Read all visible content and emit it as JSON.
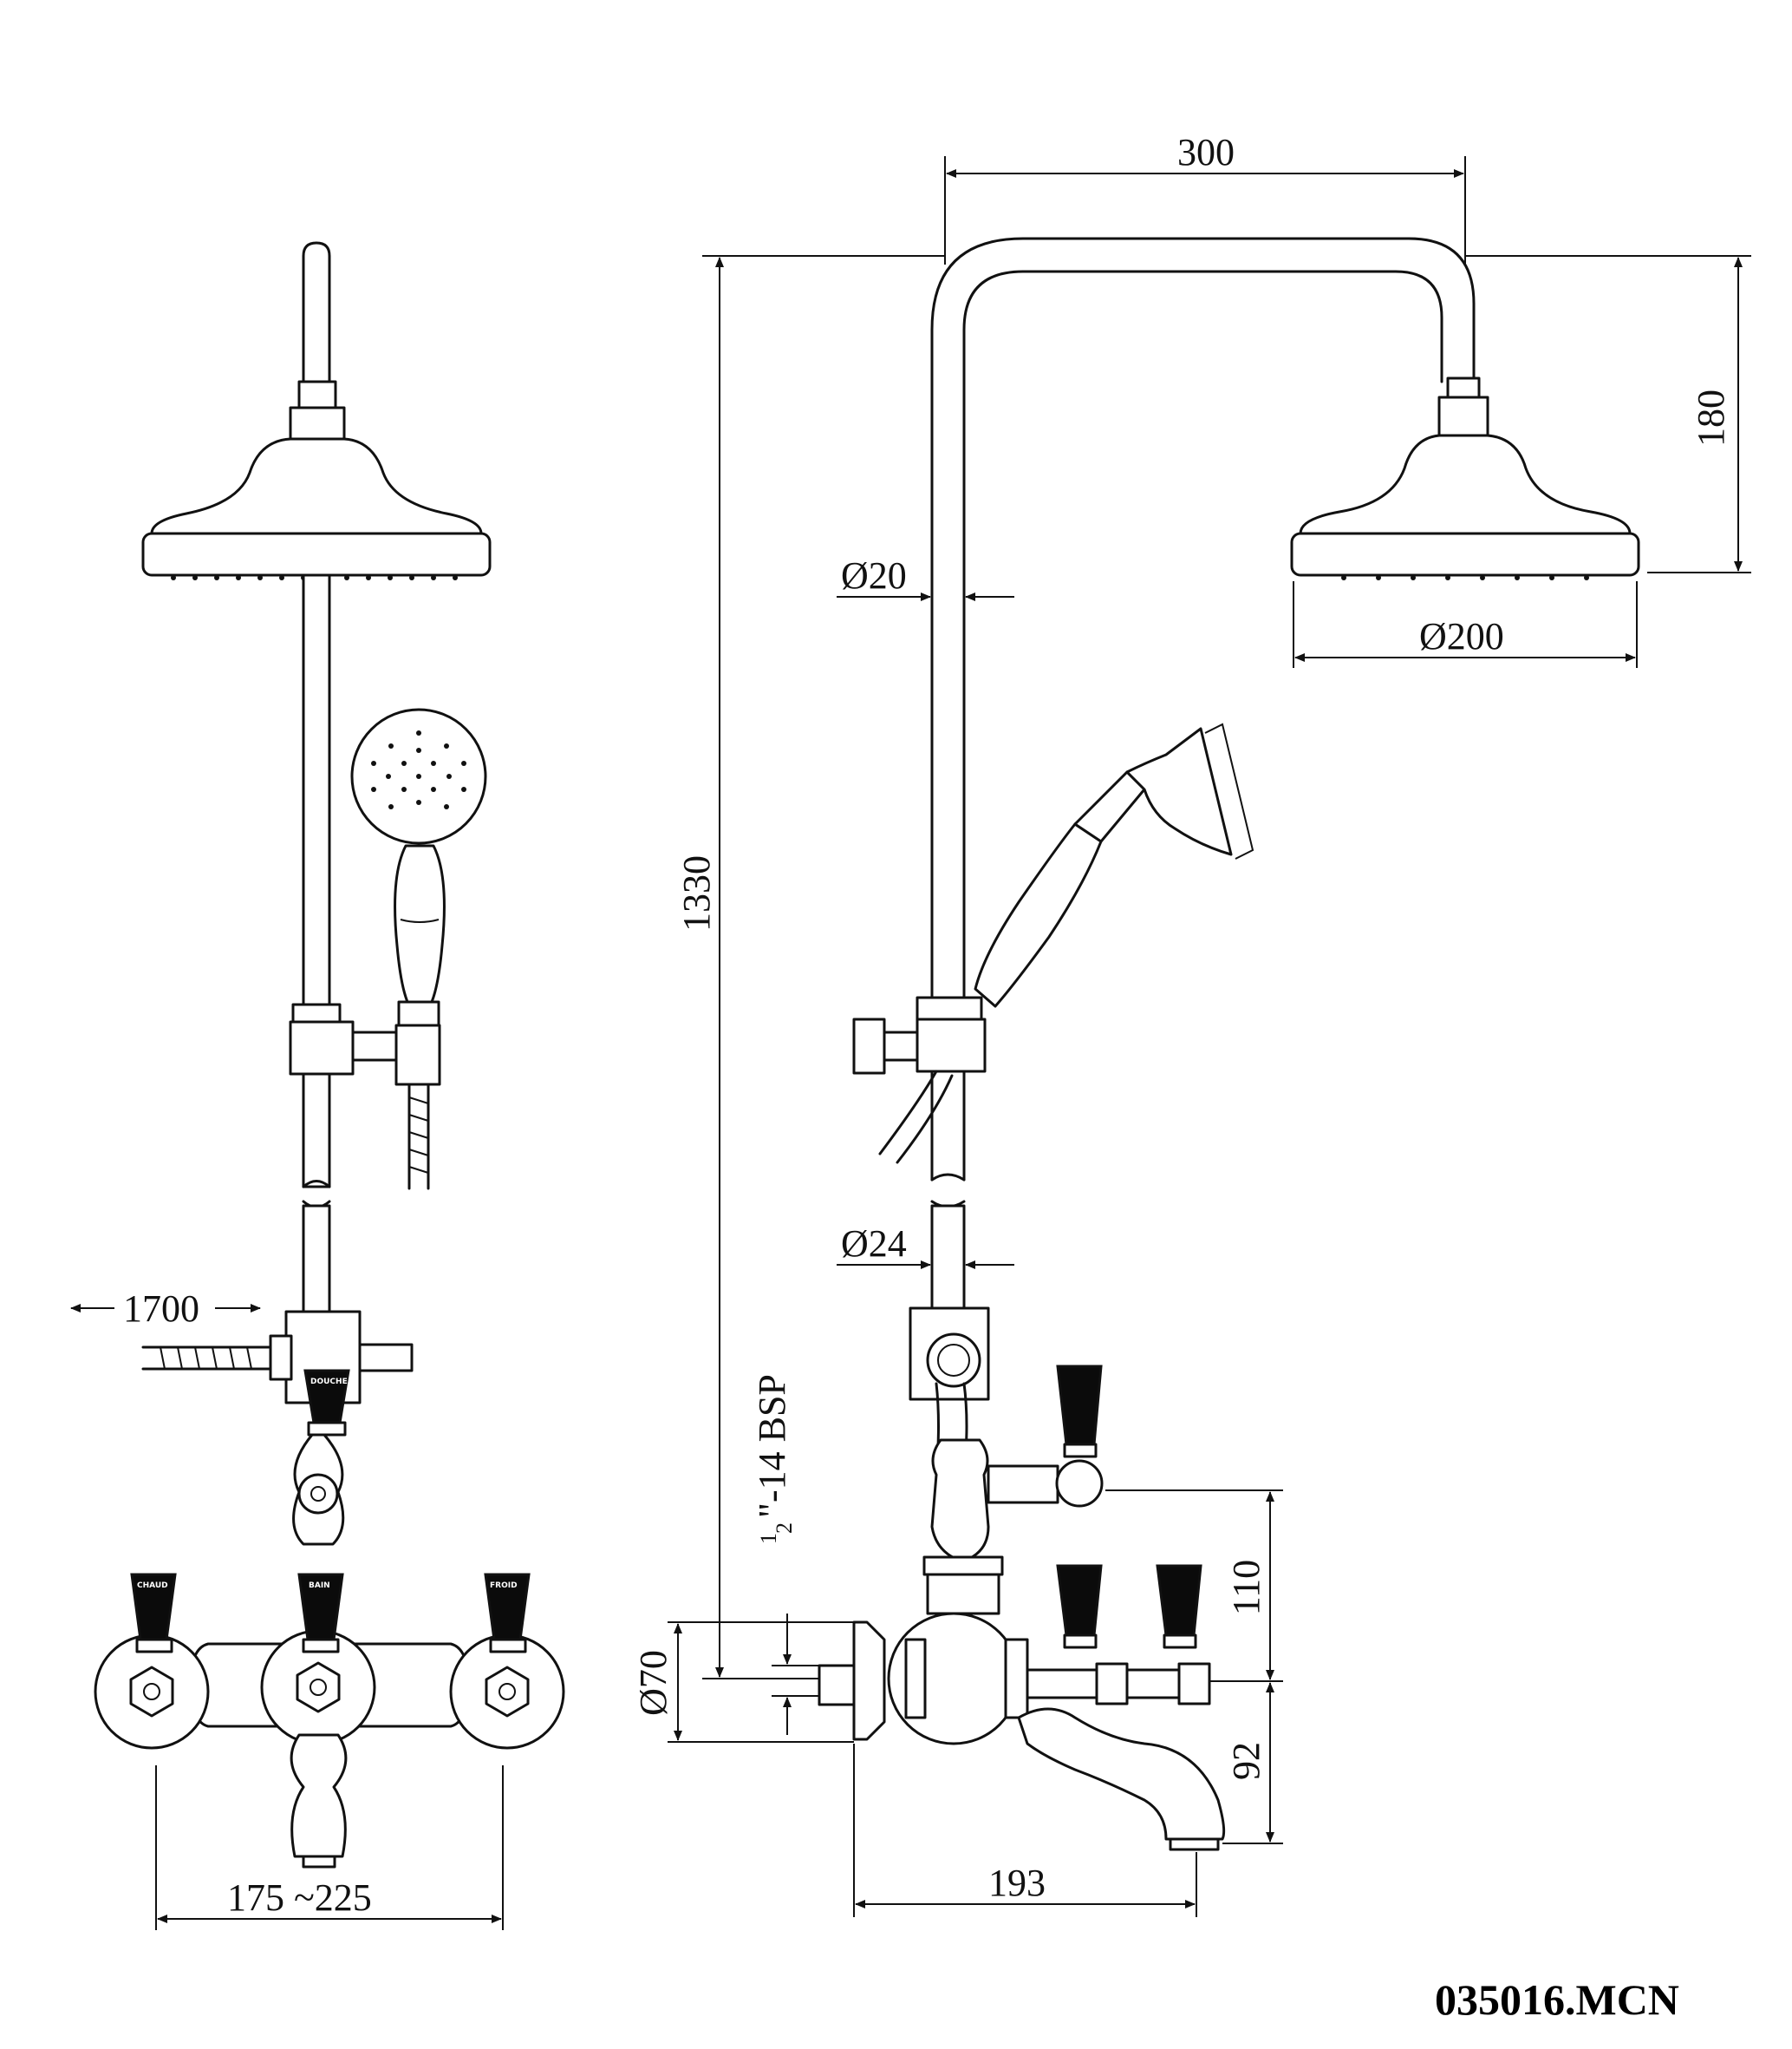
{
  "dimensions": {
    "arm_reach": "300",
    "head_drop": "180",
    "height": "1330",
    "riser_diameter": "Ø20",
    "head_diameter": "Ø200",
    "lower_riser_diameter": "Ø24",
    "hose_length": "1700",
    "thread_size_prefix": "1",
    "thread_size_denominator": "2",
    "thread_size_suffix": "\"-14 BSP",
    "flange_diameter": "Ø70",
    "spout_height": "92",
    "diverter_height": "110",
    "projection": "193",
    "centres": "175 ~225"
  },
  "handle_labels": {
    "diverter": "DOUCHE",
    "hot": "CHAUD",
    "bath": "BAIN",
    "cold": "FROID"
  },
  "product_code": "035016.MCN"
}
